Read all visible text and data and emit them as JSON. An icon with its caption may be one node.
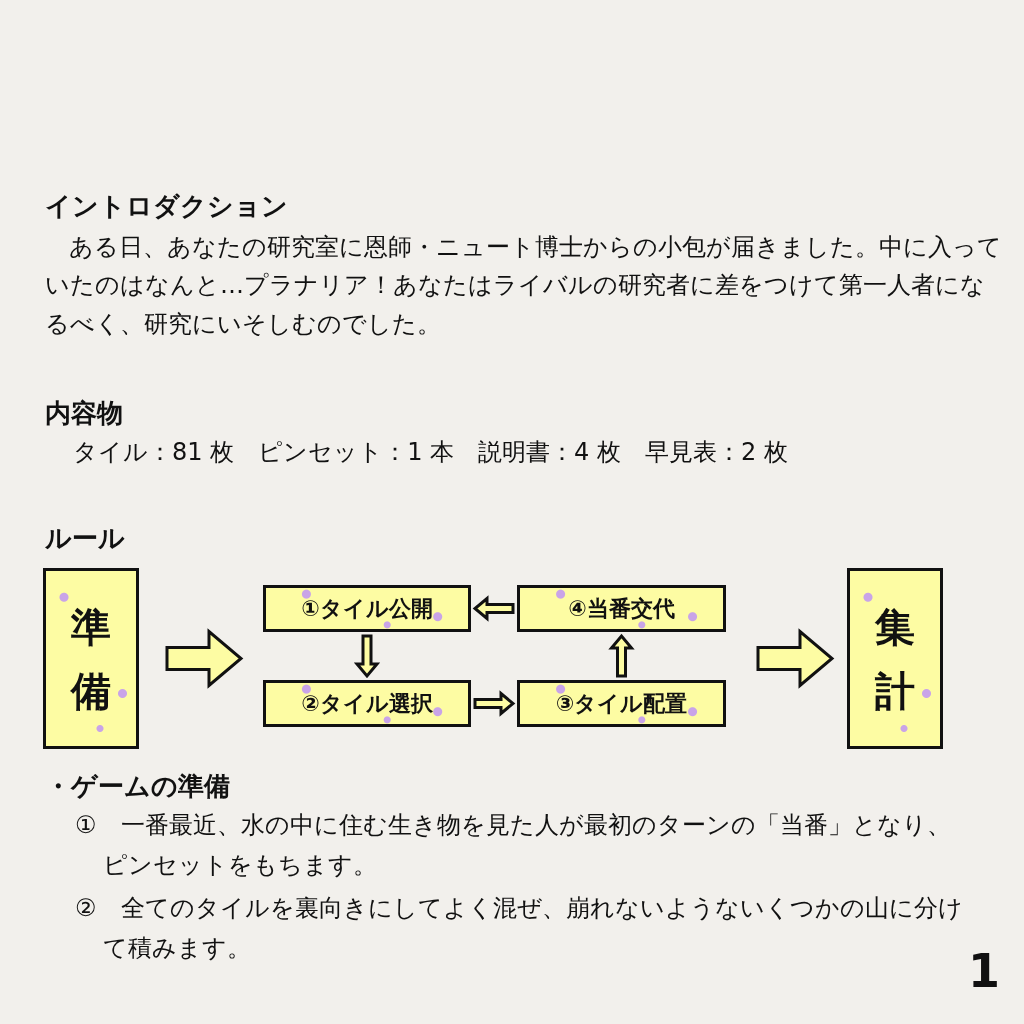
{
  "diagram": {
    "nodes": [
      {
        "text": [
          "準備"
        ]
      },
      {
        "text": [
          "①タイル公開"
        ]
      },
      {
        "text": [
          "②タイル選択"
        ]
      },
      {
        "text": [
          "③タイル配置"
        ]
      },
      {
        "text": [
          "④当番交代"
        ]
      },
      {
        "text": [
          "集計"
        ]
      }
    ],
    "edges": [
      {
        "from": 0,
        "to": null,
        "arrow": "to",
        "style": "thick"
      },
      {
        "from": 1,
        "to": 2,
        "arrow": "to"
      },
      {
        "from": 2,
        "to": 3,
        "arrow": "to"
      },
      {
        "from": 3,
        "to": 4,
        "arrow": "to"
      },
      {
        "from": 4,
        "to": 1,
        "arrow": "to"
      },
      {
        "from": null,
        "to": 5,
        "arrow": "to",
        "style": "thick"
      }
    ],
    "labels": [
      "イントロダクション",
      "　ある日、あなたの研究室に恩師・ニュート博士からの小包が届きました。中に入っていたのはなんと…プラナリア！あなたはライバルの研究者に差をつけて第一人者になるべく、研究にいそしむのでした。",
      "内容物",
      "タイル：81 枚　ピンセット：1 本　説明書：4 枚　早見表：2 枚",
      "ルール",
      "・ゲームの準備",
      "①　一番最近、水の中に住む生き物を見た人が最初のターンの「当番」となり、ピンセットをもちます。",
      "②　全てのタイルを裏向きにしてよく混ぜ、崩れないようないくつかの山に分けて積みます。",
      "1"
    ]
  }
}
